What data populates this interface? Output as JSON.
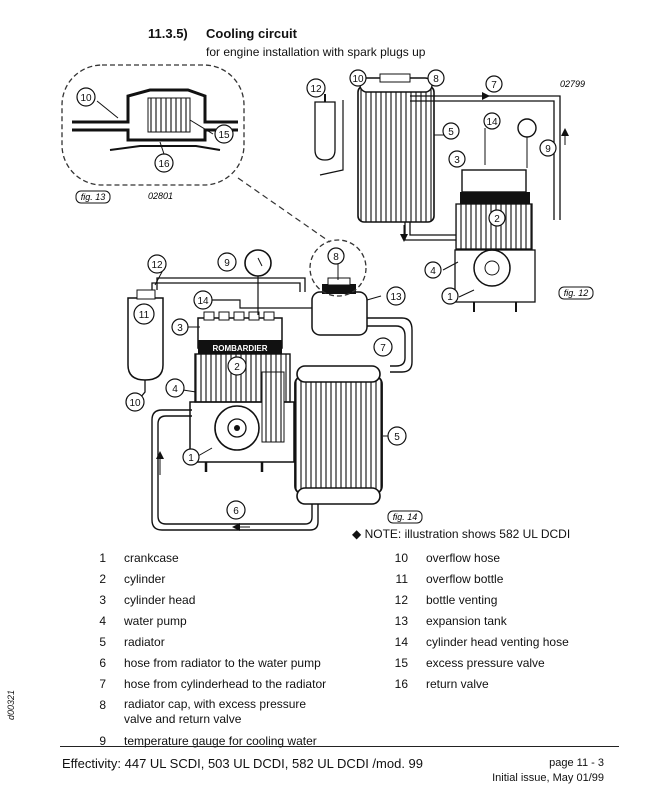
{
  "section": {
    "number": "11.3.5)",
    "title": "Cooling circuit",
    "subtitle": "for engine installation with spark plugs up"
  },
  "figures": {
    "fig12_label": "fig. 12",
    "fig13_label": "fig. 13",
    "fig14_label": "fig. 14",
    "code_02799": "02799",
    "code_02801": "02801",
    "brand_text": "ROMBARDIER"
  },
  "note": "◆ NOTE: illustration shows 582 UL DCDI",
  "legend_left": [
    {
      "num": "1",
      "text": "crankcase"
    },
    {
      "num": "2",
      "text": "cylinder"
    },
    {
      "num": "3",
      "text": "cylinder head"
    },
    {
      "num": "4",
      "text": "water pump"
    },
    {
      "num": "5",
      "text": "radiator"
    },
    {
      "num": "6",
      "text": "hose from radiator to the water pump"
    },
    {
      "num": "7",
      "text": "hose from cylinderhead to the radiator"
    },
    {
      "num": "8",
      "text": "radiator cap, with excess pressure valve and return valve"
    },
    {
      "num": "9",
      "text": "temperature gauge for cooling water"
    }
  ],
  "legend_right": [
    {
      "num": "10",
      "text": "overflow hose"
    },
    {
      "num": "11",
      "text": "overflow bottle"
    },
    {
      "num": "12",
      "text": "bottle venting"
    },
    {
      "num": "13",
      "text": "expansion tank"
    },
    {
      "num": "14",
      "text": "cylinder head venting hose"
    },
    {
      "num": "15",
      "text": "excess pressure valve"
    },
    {
      "num": "16",
      "text": "return valve"
    }
  ],
  "doc_id": "d00321",
  "footer": {
    "effectivity": "Effectivity: 447 UL SCDI, 503 UL DCDI, 582 UL DCDI /mod. 99",
    "page": "page 11 - 3",
    "issue": "Initial issue, May 01/99"
  }
}
